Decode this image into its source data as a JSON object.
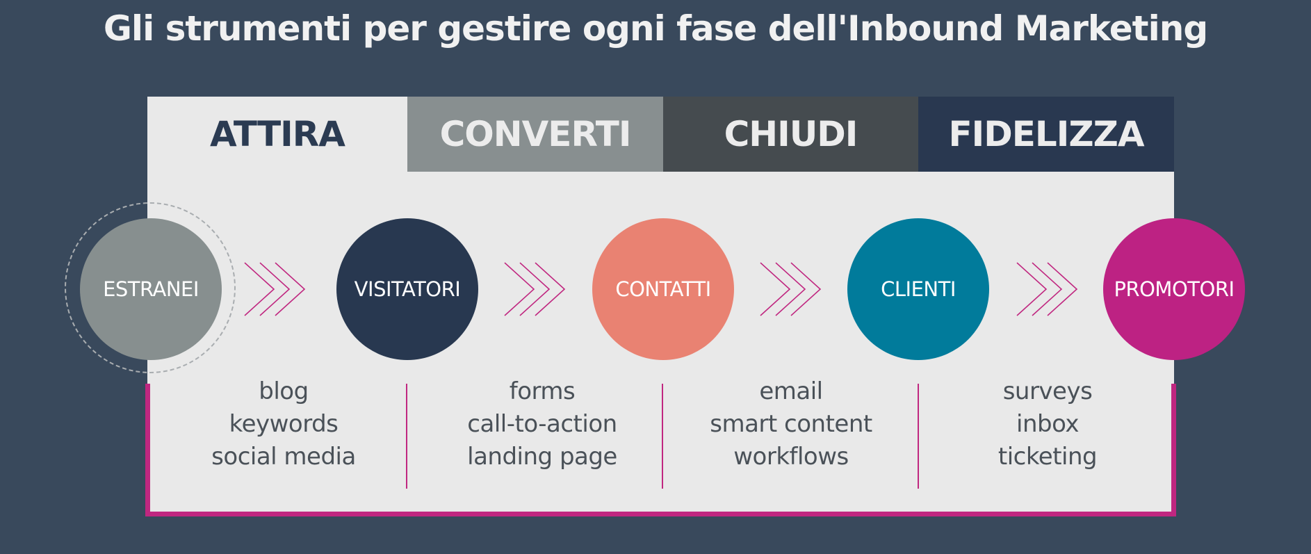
{
  "title": "Gli strumenti per gestire ogni fase dell'Inbound Marketing",
  "colors": {
    "background": "#39495c",
    "panel": "#e9e9e9",
    "accent": "#c02780",
    "tab_attira_bg": "#e9e9e9",
    "tab_converti_bg": "#888f90",
    "tab_chiudi_bg": "#454b4f",
    "tab_fidelizza_bg": "#293850"
  },
  "phases": [
    {
      "label": "ATTIRA",
      "tools": [
        "blog",
        "keywords",
        "social media"
      ]
    },
    {
      "label": "CONVERTI",
      "tools": [
        "forms",
        "call-to-action",
        "landing page"
      ]
    },
    {
      "label": "CHIUDI",
      "tools": [
        "email",
        "smart content",
        "workflows"
      ]
    },
    {
      "label": "FIDELIZZA",
      "tools": [
        "surveys",
        "inbox",
        "ticketing"
      ]
    }
  ],
  "stages": [
    {
      "label": "ESTRANEI",
      "color": "#878f8f"
    },
    {
      "label": "VISITATORI",
      "color": "#283850"
    },
    {
      "label": "CONTATTI",
      "color": "#e98272"
    },
    {
      "label": "CLIENTI",
      "color": "#017b9b"
    },
    {
      "label": "PROMOTORI",
      "color": "#bd2283"
    }
  ]
}
